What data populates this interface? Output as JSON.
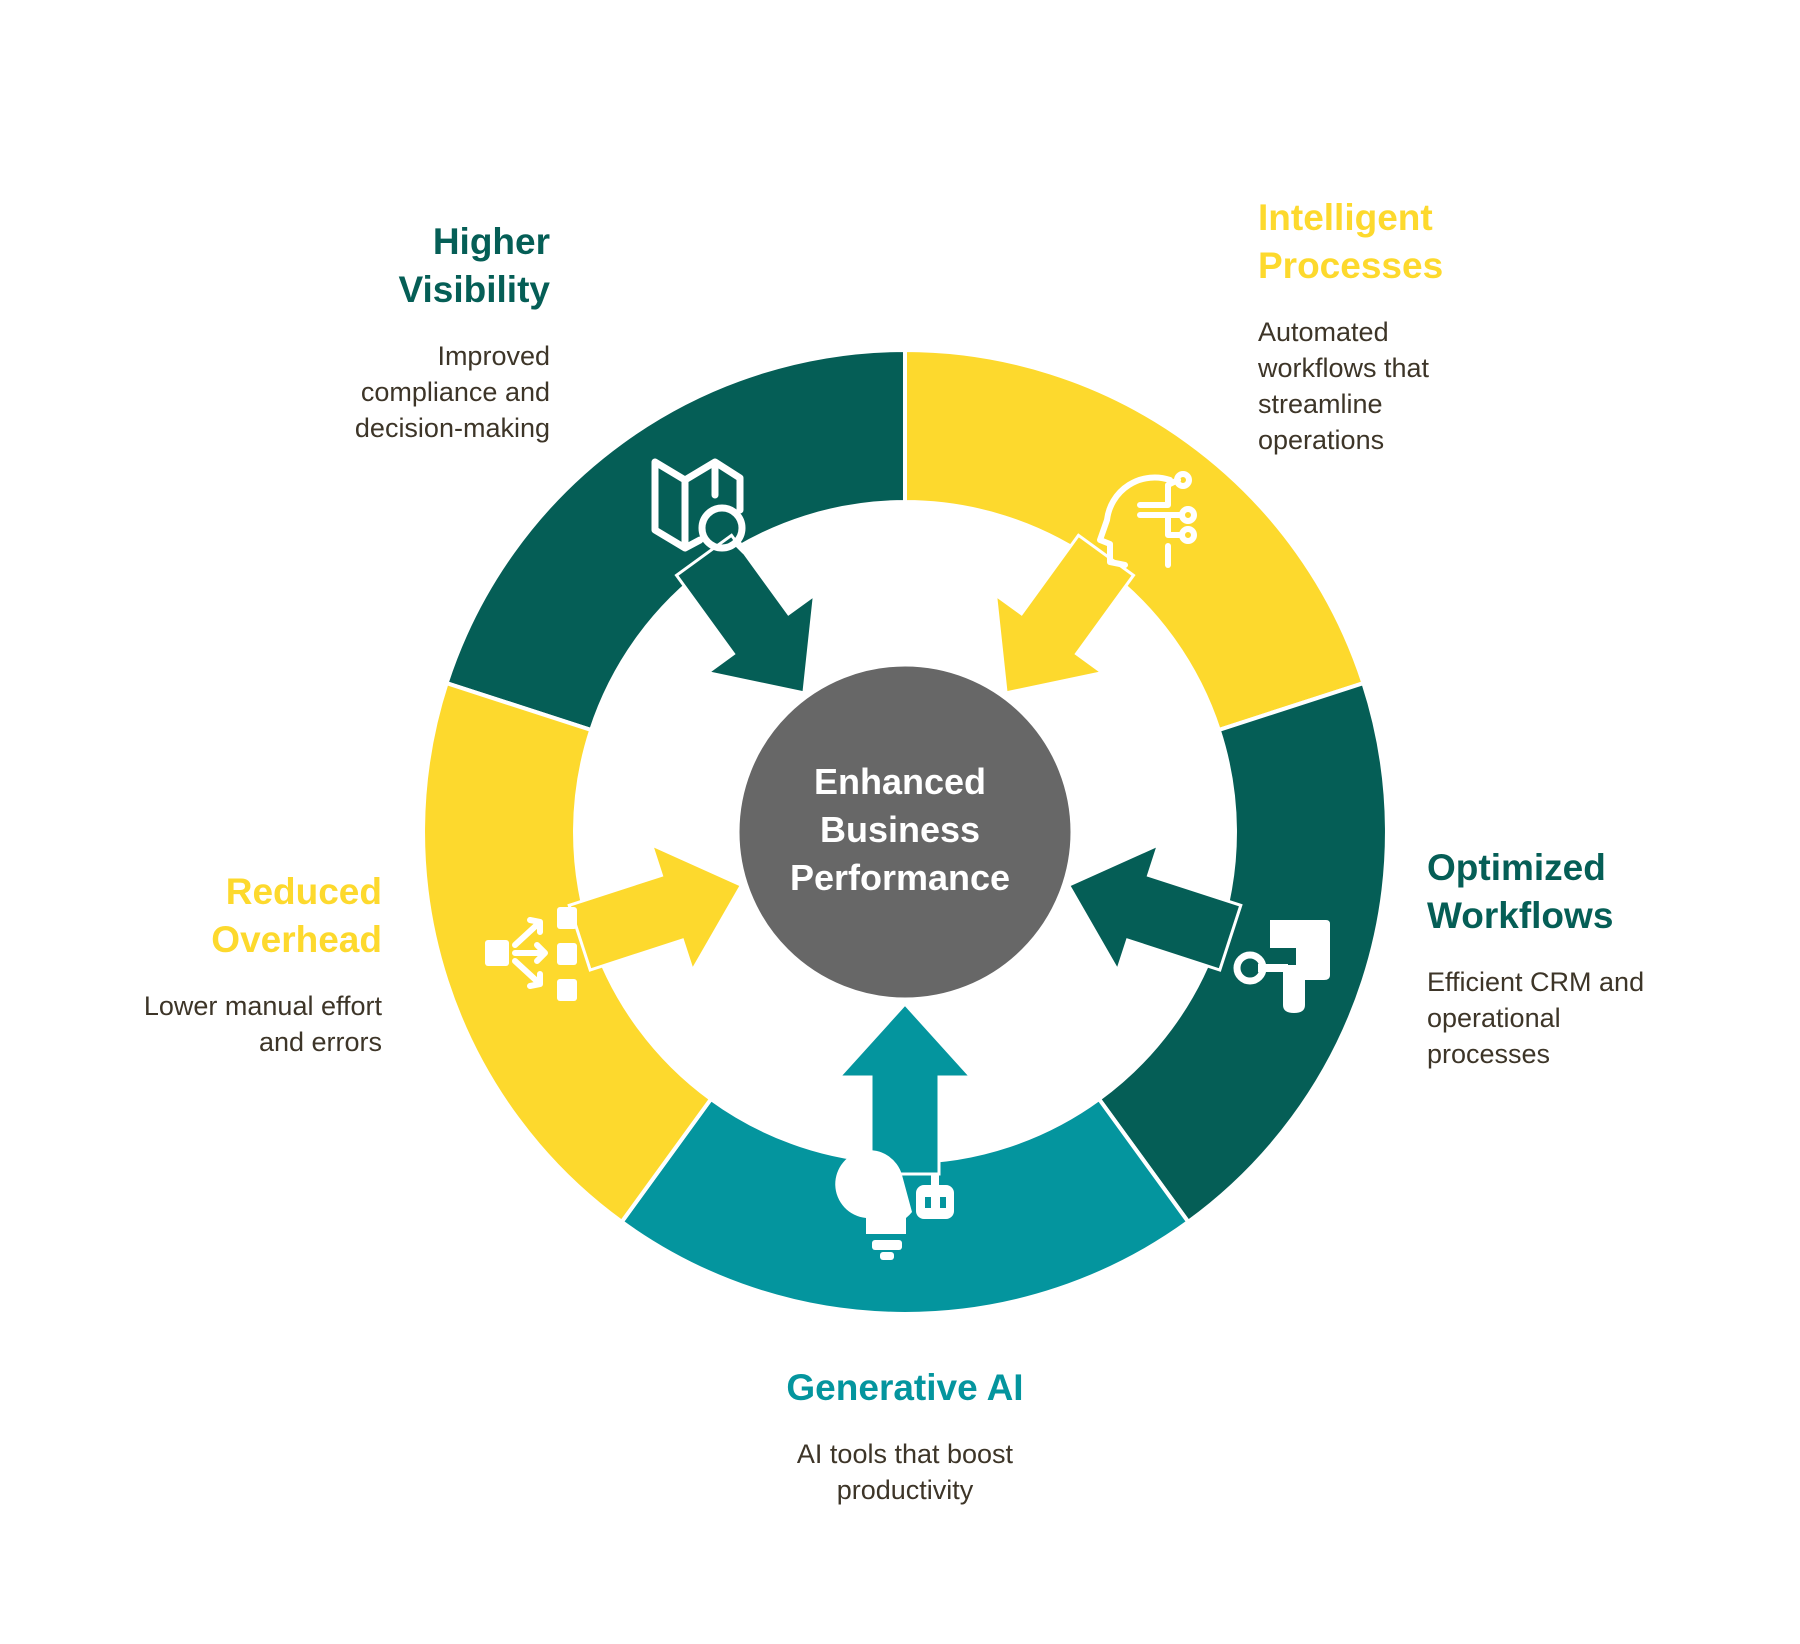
{
  "colors": {
    "dark_teal": "#055e56",
    "yellow": "#fdd92d",
    "teal": "#04959e",
    "center_gray": "#676767",
    "desc_text": "#3d3528",
    "white": "#ffffff"
  },
  "center": {
    "label": "Enhanced\nBusiness\nPerformance"
  },
  "segments": [
    {
      "id": "higher-visibility",
      "title": "Higher\nVisibility",
      "description": "Improved\ncompliance and\ndecision-making",
      "color": "#055e56",
      "icon": "map-search-icon"
    },
    {
      "id": "intelligent-processes",
      "title": "Intelligent\nProcesses",
      "description": "Automated\nworkflows that\nstreamline\noperations",
      "color": "#fdd92d",
      "icon": "ai-head-icon"
    },
    {
      "id": "optimized-workflows",
      "title": "Optimized\nWorkflows",
      "description": "Efficient CRM and\noperational\nprocesses",
      "color": "#055e56",
      "icon": "workflow-path-icon"
    },
    {
      "id": "generative-ai",
      "title": "Generative AI",
      "description": "AI tools that boost\nproductivity",
      "color": "#04959e",
      "icon": "lightbulb-robot-icon"
    },
    {
      "id": "reduced-overhead",
      "title": "Reduced\nOverhead",
      "description": "Lower manual effort\nand errors",
      "color": "#fdd92d",
      "icon": "flow-distribution-icon"
    }
  ]
}
